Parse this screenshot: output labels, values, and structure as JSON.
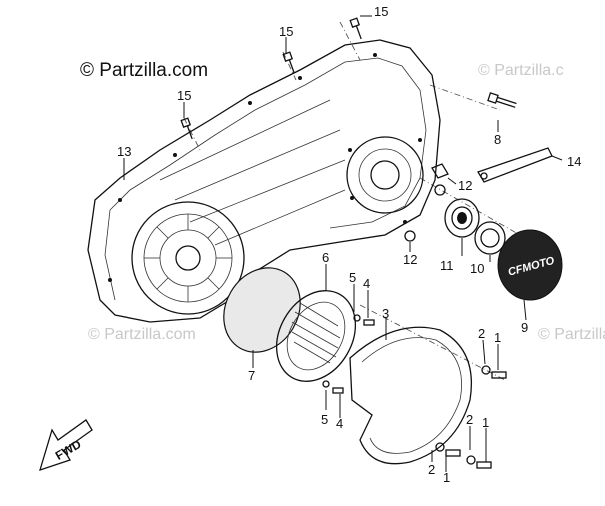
{
  "watermarks": {
    "main": "© Partzilla.com",
    "top_right": "© Partzilla.c",
    "mid_left": "© Partzilla.com",
    "mid_right": "© Partzilla.c"
  },
  "direction_marker": "FWD",
  "cover_brand": "CFMOTO",
  "callouts": [
    "15",
    "15",
    "15",
    "13",
    "8",
    "12",
    "14",
    "12",
    "11",
    "10",
    "9",
    "6",
    "5",
    "4",
    "3",
    "2",
    "1",
    "7",
    "5",
    "4",
    "2",
    "1",
    "2",
    "1"
  ]
}
